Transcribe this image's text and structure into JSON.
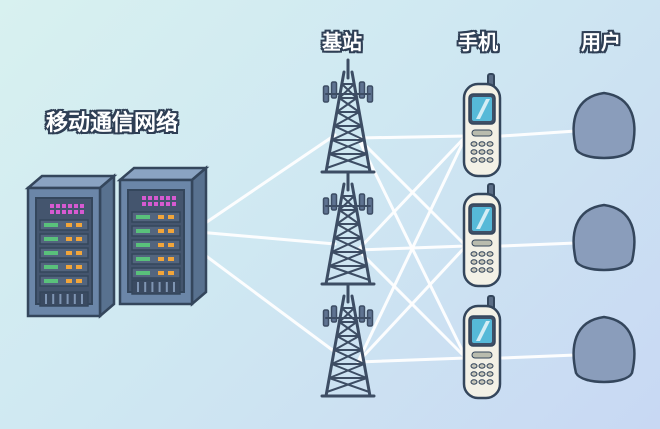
{
  "labels": {
    "network": "移动通信网络",
    "base_station": "基站",
    "phone": "手机",
    "user": "用户"
  },
  "colors": {
    "outline": "#34465c",
    "server_body": "#6b86a8",
    "server_panel": "#44556e",
    "led_purple": "#d65ad1",
    "led_orange": "#f1a53a",
    "led_green": "#59c17b",
    "tower": "#3d4d64",
    "phone_body": "#f3f1e6",
    "phone_screen": "#56b9d8",
    "user_fill": "#8a9dbb",
    "link_line": "#ffffff"
  },
  "counts": {
    "base_stations": 3,
    "phones": 3,
    "users": 3
  }
}
